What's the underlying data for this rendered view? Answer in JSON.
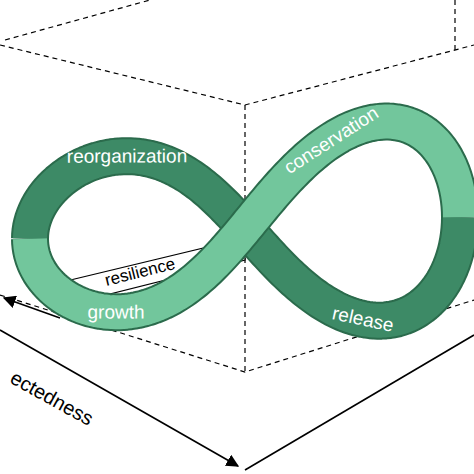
{
  "diagram": {
    "labels": [
      "conservation",
      "reorganization",
      "resilience",
      "growth",
      "release",
      "ectedness"
    ]
  }
}
